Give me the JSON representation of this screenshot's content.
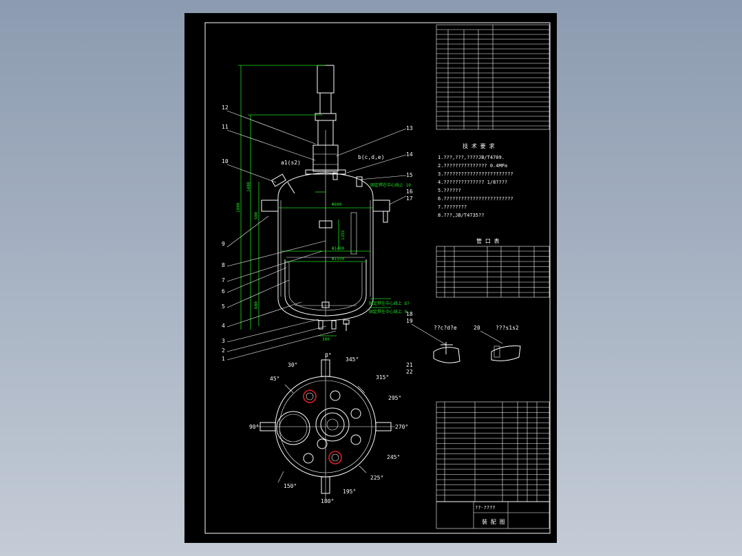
{
  "drawing": {
    "leader_numbers": [
      "12",
      "11",
      "10",
      "9",
      "8",
      "7",
      "6",
      "5",
      "4",
      "3",
      "2",
      "1",
      "13",
      "14",
      "15",
      "16",
      "17",
      "18",
      "19",
      "20",
      "21",
      "22"
    ],
    "labels": {
      "callout_a": "a1(s2)",
      "callout_b": "b(c,d,e)",
      "bottom_view_label": "??c?d?e",
      "detail_20": "???s1s2",
      "tech_req_title": "技 术 要 求",
      "nozzle_table_title": "管 口 表",
      "drawing_name": "装 配 图",
      "drawing_no": "??-????"
    },
    "angles": [
      "0°",
      "30°",
      "345°",
      "45°",
      "315°",
      "295°",
      "90°",
      "270°",
      "245°",
      "150°",
      "195°",
      "225°",
      "180°"
    ],
    "dims": [
      "1800",
      "1400",
      "500",
      "600",
      "Φ600",
      "Φ1400",
      "Φ1550",
      "300",
      "1355"
    ],
    "green_notes": [
      "固定焊在中心线上 10",
      "固定焊在中心线上 D7",
      "固定焊在中心线上 8"
    ],
    "tech_req_lines": [
      "1.???,???,????JB/T4709.",
      "2.??????????????? 0.4MPa",
      "3.????????????????????????",
      "4.?????????????? 1/8????",
      "5.??????",
      "6.????????????????????????",
      "7.????????",
      "8.???,JB/T4735??"
    ]
  }
}
